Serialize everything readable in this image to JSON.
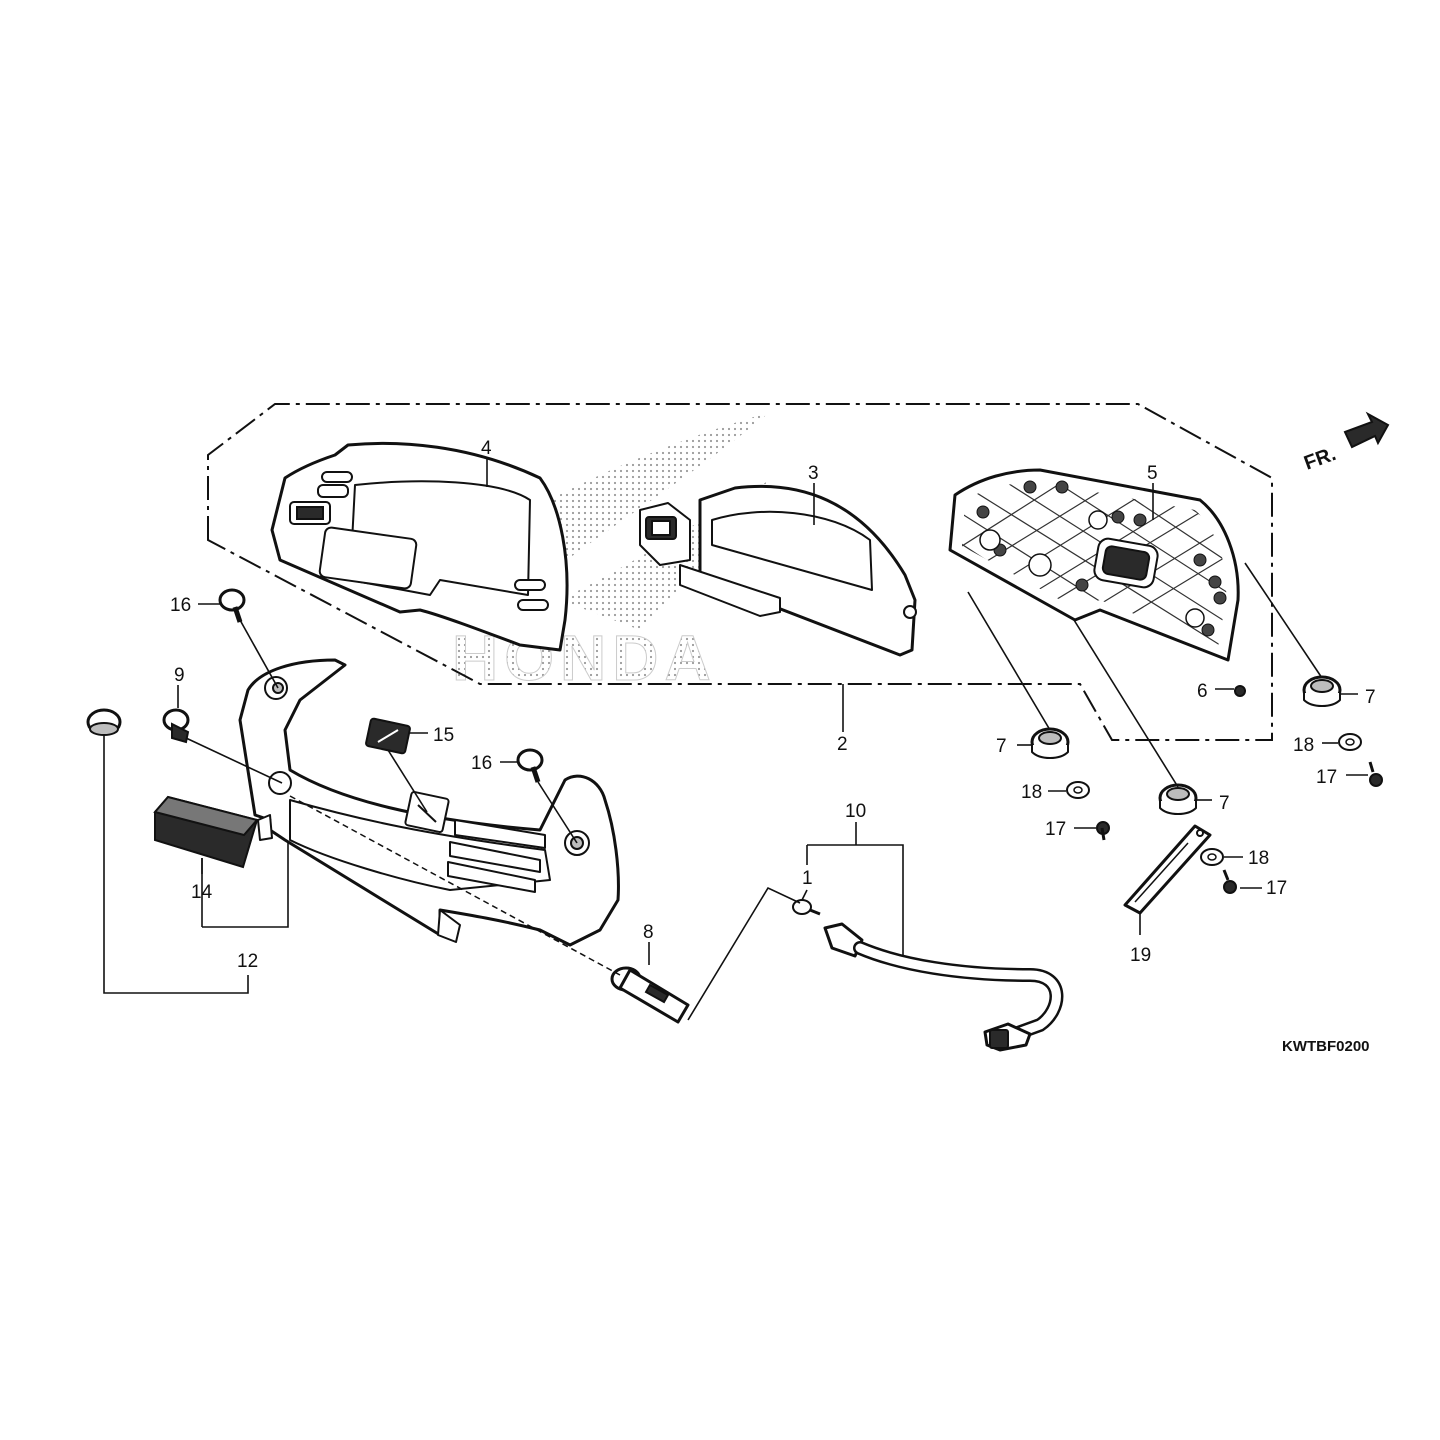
{
  "callouts": {
    "c1": "1",
    "c2": "2",
    "c3": "3",
    "c4": "4",
    "c5": "5",
    "c6": "6",
    "c7a": "7",
    "c7b": "7",
    "c7c": "7",
    "c8": "8",
    "c9": "9",
    "c10": "10",
    "c12": "12",
    "c14": "14",
    "c15": "15",
    "c16a": "16",
    "c16b": "16",
    "c17a": "17",
    "c17b": "17",
    "c17c": "17",
    "c18a": "18",
    "c18b": "18",
    "c18c": "18",
    "c19": "19"
  },
  "front_indicator": "FR.",
  "diagram_code": "KWTBF0200",
  "watermark": "HONDA"
}
